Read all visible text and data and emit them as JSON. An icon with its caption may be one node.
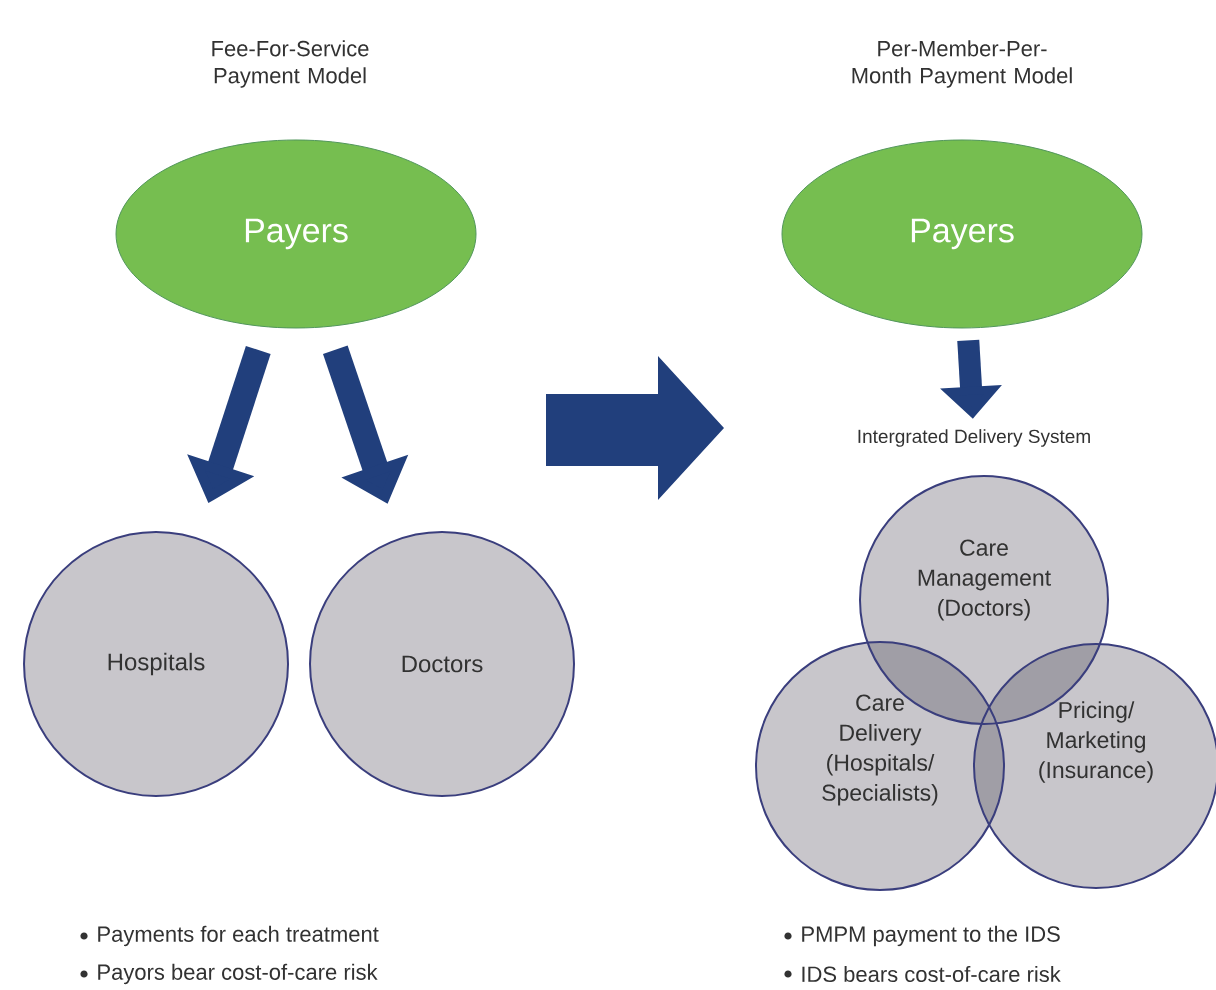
{
  "diagram": {
    "nodes": [
      {
        "text": [
          "Payers"
        ]
      },
      {
        "text": [
          "Hospitals"
        ]
      },
      {
        "text": [
          "Doctors"
        ]
      },
      {
        "text": [
          "Payers"
        ]
      },
      {
        "text": [
          "Intergrated Delivery System"
        ]
      },
      {
        "text": [
          "Care Management (Doctors)"
        ]
      },
      {
        "text": [
          "Care Delivery (Hospitals/ Specialists)"
        ]
      },
      {
        "text": [
          "Pricing/ Marketing (Insurance)"
        ]
      }
    ],
    "edges": [
      {
        "from": 0,
        "to": 1,
        "arrow": "to"
      },
      {
        "from": 0,
        "to": 2,
        "arrow": "to"
      },
      {
        "from": 3,
        "to": 4,
        "arrow": "to"
      }
    ],
    "labels": [
      "Fee-For-Service Payment Model",
      "Per-Member-Per-Month Payment Model",
      "Payments for each treatment",
      "Payors bear cost-of-care risk",
      "PMPM payment to the IDS",
      "IDS bears cost-of-care risk"
    ]
  }
}
